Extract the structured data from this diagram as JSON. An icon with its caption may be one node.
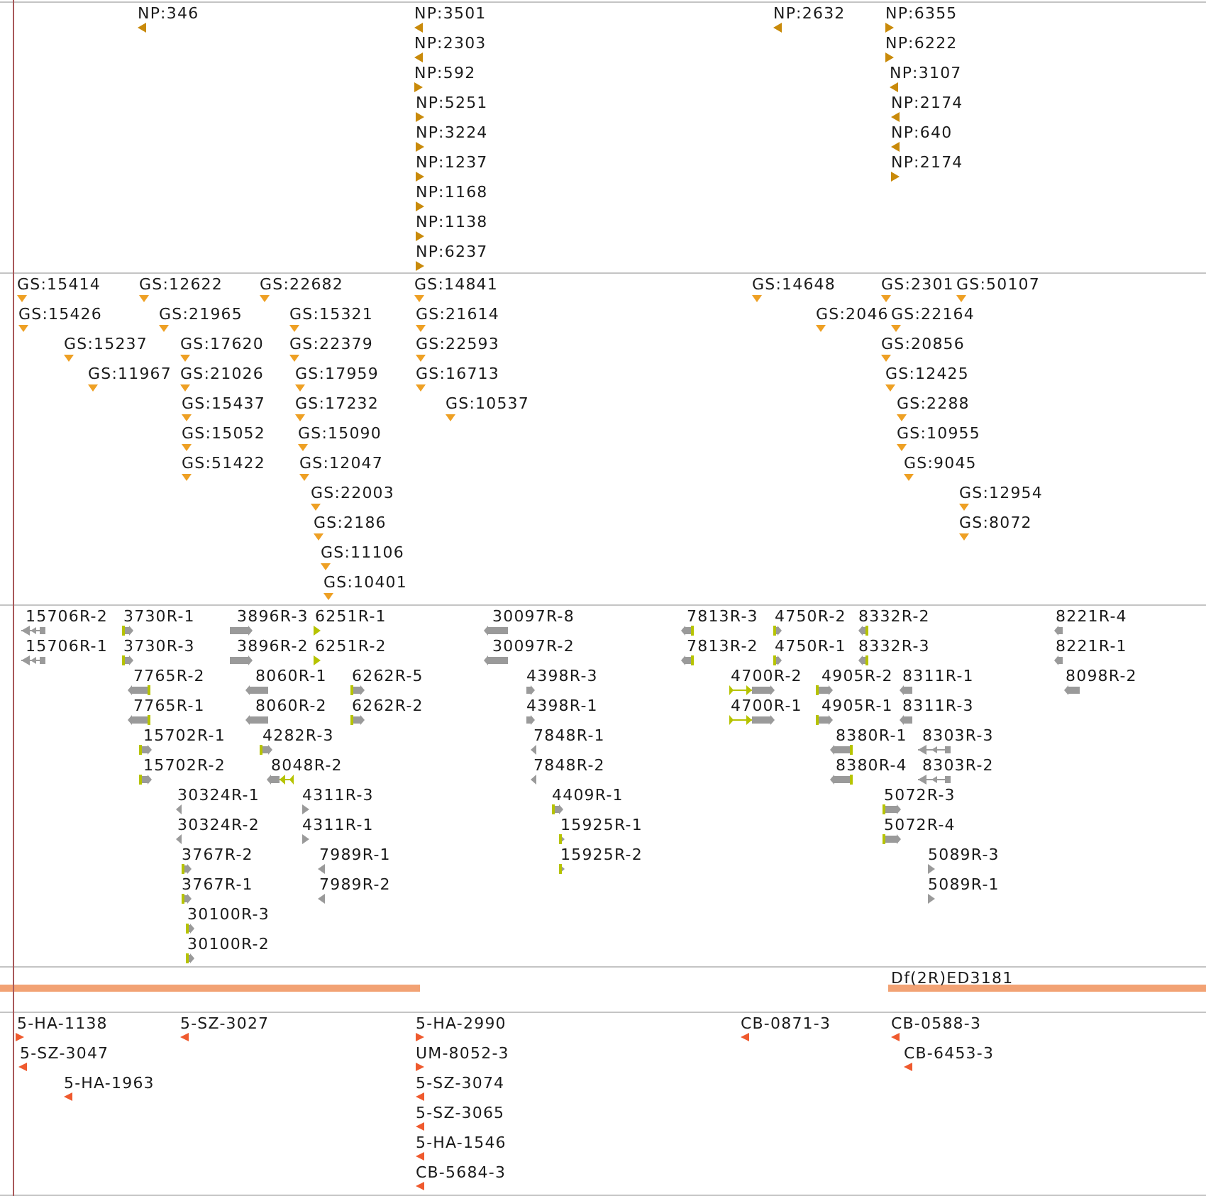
{
  "diagram": {
    "labels": [
      "NP:346",
      "NP:3501",
      "NP:2632",
      "NP:6355",
      "NP:2303",
      "NP:6222",
      "NP:592",
      "NP:3107",
      "NP:5251",
      "NP:2174",
      "NP:3224",
      "NP:640",
      "NP:1237",
      "NP:2174",
      "NP:1168",
      "NP:1138",
      "NP:6237",
      "GS:15414",
      "GS:12622",
      "GS:22682",
      "GS:14841",
      "GS:14648",
      "GS:2301",
      "GS:50107",
      "GS:15426",
      "GS:21965",
      "GS:15321",
      "GS:21614",
      "GS:2046",
      "GS:22164",
      "GS:15237",
      "GS:17620",
      "GS:22379",
      "GS:22593",
      "GS:20856",
      "GS:11967",
      "GS:21026",
      "GS:17959",
      "GS:16713",
      "GS:12425",
      "GS:15437",
      "GS:17232",
      "GS:10537",
      "GS:2288",
      "GS:15052",
      "GS:15090",
      "GS:10955",
      "GS:51422",
      "GS:12047",
      "GS:9045",
      "GS:22003",
      "GS:12954",
      "GS:2186",
      "GS:8072",
      "GS:11106",
      "GS:10401",
      "15706R-2",
      "3730R-1",
      "3896R-3",
      "6251R-1",
      "30097R-8",
      "7813R-3",
      "4750R-2",
      "8332R-2",
      "8221R-4",
      "15706R-1",
      "3730R-3",
      "3896R-2",
      "6251R-2",
      "30097R-2",
      "7813R-2",
      "4750R-1",
      "8332R-3",
      "8221R-1",
      "7765R-2",
      "8060R-1",
      "6262R-5",
      "4398R-3",
      "4700R-2",
      "4905R-2",
      "8311R-1",
      "8098R-2",
      "7765R-1",
      "8060R-2",
      "6262R-2",
      "4398R-1",
      "4700R-1",
      "4905R-1",
      "8311R-3",
      "15702R-1",
      "4282R-3",
      "7848R-1",
      "8380R-1",
      "8303R-3",
      "15702R-2",
      "8048R-2",
      "7848R-2",
      "8380R-4",
      "8303R-2",
      "30324R-1",
      "4311R-3",
      "4409R-1",
      "5072R-3",
      "30324R-2",
      "4311R-1",
      "15925R-1",
      "5072R-4",
      "3767R-2",
      "7989R-1",
      "15925R-2",
      "5089R-3",
      "3767R-1",
      "7989R-2",
      "5089R-1",
      "30100R-3",
      "30100R-2",
      "Df(2R)ED3181",
      "5-HA-1138",
      "5-SZ-3027",
      "5-HA-2990",
      "CB-0871-3",
      "CB-0588-3",
      "5-SZ-3047",
      "UM-8052-3",
      "CB-6453-3",
      "5-HA-1963",
      "5-SZ-3074",
      "5-SZ-3065",
      "5-HA-1546",
      "CB-5684-3"
    ]
  }
}
